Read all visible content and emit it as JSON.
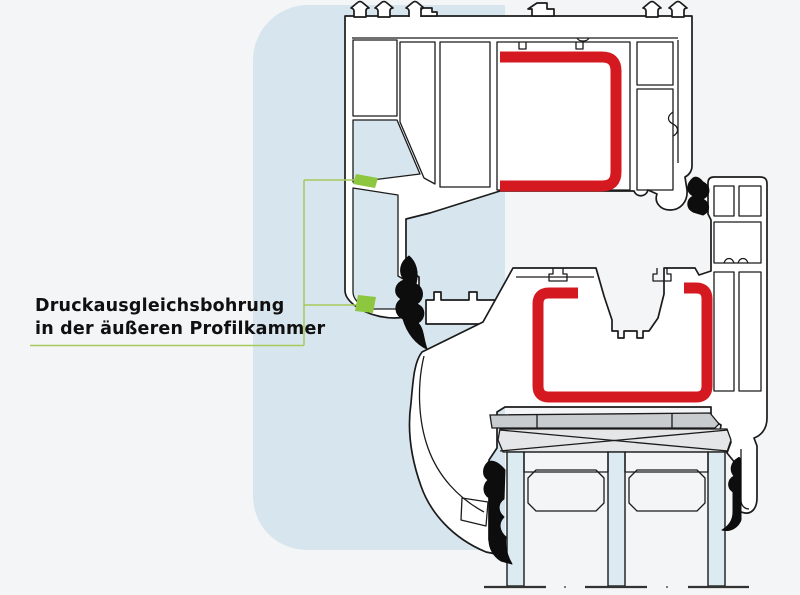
{
  "diagram": {
    "type": "window-profile-cross-section",
    "label": {
      "line1": "Druckausgleichsbohrung",
      "line2": "in der äußeren Profilkammer"
    },
    "markers": {
      "bore_count": 2,
      "bore_color": "#8dc63f",
      "callout_line_color": "#a5c95b"
    },
    "colors": {
      "background": "#f4f5f6",
      "panel_blue": "#d7e6ee",
      "glass_blue": "#dcebf2",
      "outline": "#1b1b1b",
      "steel_red": "#d41a20",
      "gasket_black": "#0d0d0d",
      "block_gray_dark": "#c9cccf",
      "block_gray_light": "#e4e6e7",
      "profile_white": "#ffffff"
    },
    "parts": {
      "frame": "outer-frame-profile",
      "sash": "sash-profile",
      "steel": "steel-reinforcement",
      "glazing": "triple-glazing-unit",
      "pane_count": 3
    }
  }
}
